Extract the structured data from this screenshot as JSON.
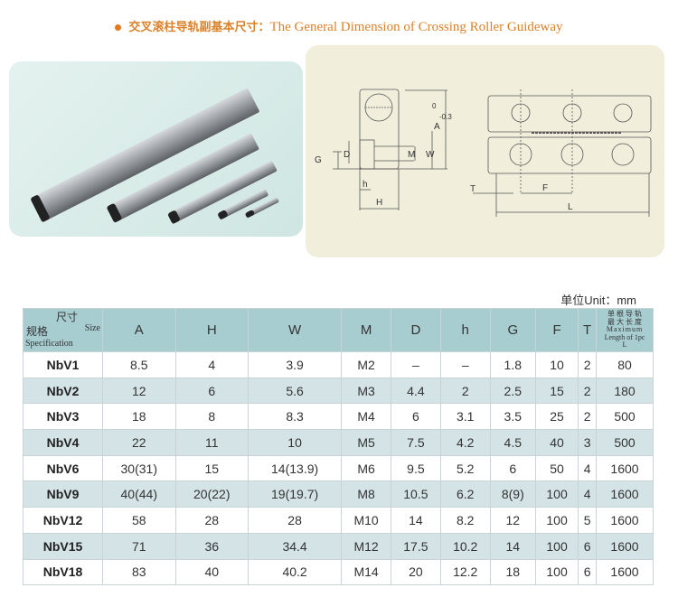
{
  "title": {
    "cn": "交叉滚柱导轨副基本尺寸：",
    "en": "The General Dimension of Crossing Roller Guideway"
  },
  "diagram_labels": {
    "G": "G",
    "D": "D",
    "M": "M",
    "W": "W",
    "A": "A",
    "tol_upper": "0",
    "tol_lower": "-0.3",
    "h": "h",
    "H": "H",
    "T": "T",
    "F": "F",
    "L": "L"
  },
  "unit": "单位Unit：mm",
  "table": {
    "corner": {
      "size_cn": "尺寸",
      "size_en": "Size",
      "spec_cn": "规格",
      "spec_en": "Specification"
    },
    "headers": [
      "A",
      "H",
      "W",
      "M",
      "D",
      "h",
      "G",
      "F",
      "T"
    ],
    "max_length_header": {
      "cn1": "单 根 导 轨",
      "cn2": "最 大 长 度",
      "en1": "Maximum",
      "en2": "Length of 1pc",
      "sym": "L"
    },
    "rows": [
      [
        "NbV1",
        "8.5",
        "4",
        "3.9",
        "M2",
        "–",
        "–",
        "1.8",
        "10",
        "2",
        "80"
      ],
      [
        "NbV2",
        "12",
        "6",
        "5.6",
        "M3",
        "4.4",
        "2",
        "2.5",
        "15",
        "2",
        "180"
      ],
      [
        "NbV3",
        "18",
        "8",
        "8.3",
        "M4",
        "6",
        "3.1",
        "3.5",
        "25",
        "2",
        "500"
      ],
      [
        "NbV4",
        "22",
        "11",
        "10",
        "M5",
        "7.5",
        "4.2",
        "4.5",
        "40",
        "3",
        "500"
      ],
      [
        "NbV6",
        "30(31)",
        "15",
        "14(13.9)",
        "M6",
        "9.5",
        "5.2",
        "6",
        "50",
        "4",
        "1600"
      ],
      [
        "NbV9",
        "40(44)",
        "20(22)",
        "19(19.7)",
        "M8",
        "10.5",
        "6.2",
        "8(9)",
        "100",
        "4",
        "1600"
      ],
      [
        "NbV12",
        "58",
        "28",
        "28",
        "M10",
        "14",
        "8.2",
        "12",
        "100",
        "5",
        "1600"
      ],
      [
        "NbV15",
        "71",
        "36",
        "34.4",
        "M12",
        "17.5",
        "10.2",
        "14",
        "100",
        "6",
        "1600"
      ],
      [
        "NbV18",
        "83",
        "40",
        "40.2",
        "M14",
        "20",
        "12.2",
        "18",
        "100",
        "6",
        "1600"
      ]
    ]
  },
  "colors": {
    "title": "#d9822b",
    "header_bg": "#a8cdd1",
    "alt_row_bg": "#d3e3e6",
    "diagram_bg": "#f1efdc"
  }
}
